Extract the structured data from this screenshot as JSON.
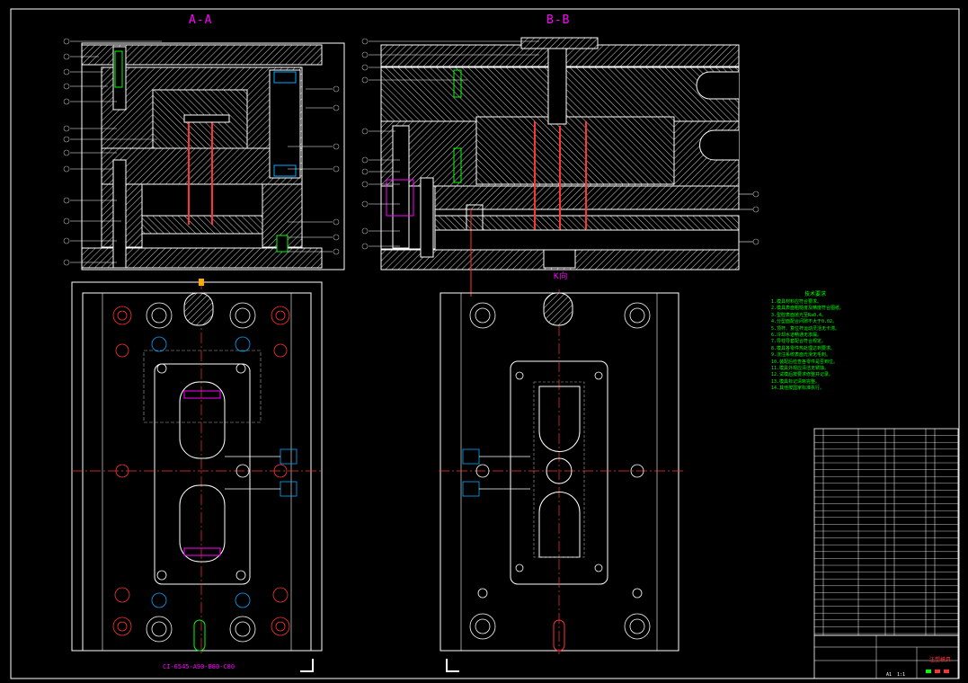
{
  "drawing": {
    "section_a_title": "A-A",
    "section_b_title": "B-B",
    "section_k_label": "K向",
    "part_number": "CI-6545-A90-B80-C80",
    "notes_title": "技术要求",
    "notes": [
      "1.模具材料应符合要求。",
      "2.模具表面粗糙度及精度符合图纸。",
      "3.型腔表面抛光至Ra0.4。",
      "4.分型面配合间隙不大于0.02。",
      "5.顶杆、复位杆运动灵活无卡滞。",
      "6.冷却水道畅通无渗漏。",
      "7.导柱导套配合符合规定。",
      "8.模具各零件热处理达到要求。",
      "9.浇注系统表面光滑无毛刺。",
      "10.装配后检查各零件是否到位。",
      "11.模具外观应清洁无锈蚀。",
      "12.试模后按要求修整并记录。",
      "13.模具标记清晰完整。",
      "14.其他按国家标准执行。"
    ],
    "title_block": {
      "drawing_name": "注塑模具",
      "scale": "A1",
      "sheet": "1:1"
    }
  }
}
